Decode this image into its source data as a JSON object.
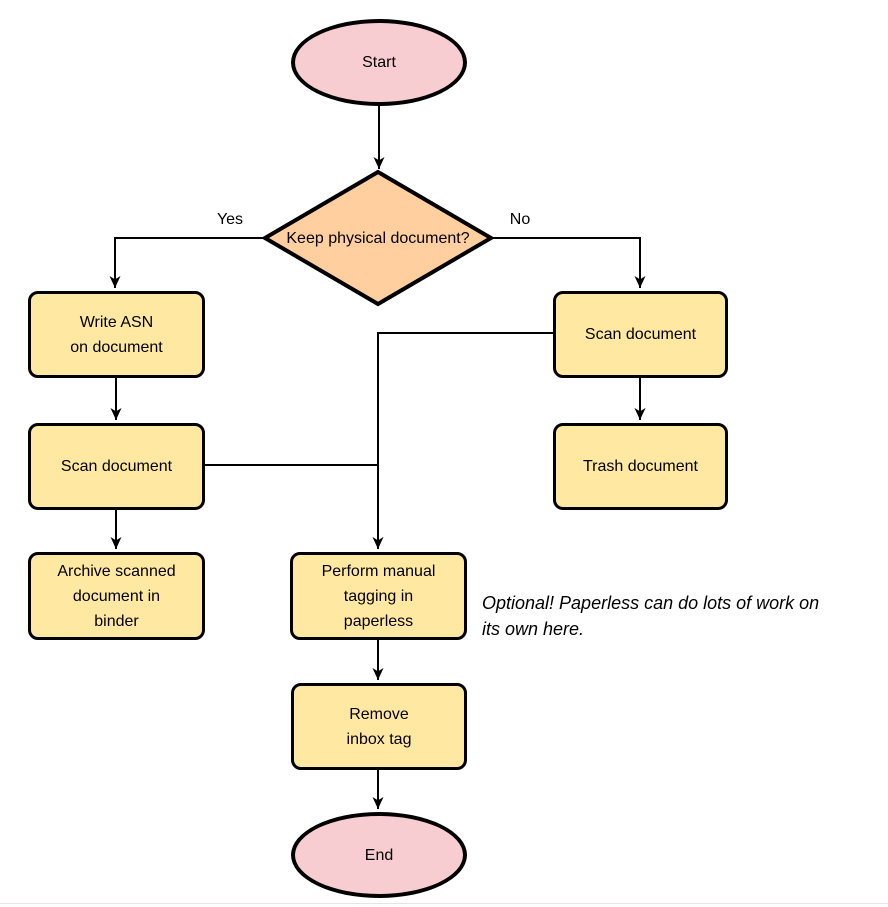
{
  "diagram": {
    "background": "#ffffff",
    "stroke_color": "#000000",
    "colors": {
      "terminator_fill": "#f8cdd1",
      "decision_fill": "#ffcfa0",
      "process_fill": "#ffe9a2"
    },
    "nodes": {
      "start": {
        "shape": "ellipse",
        "label": "Start"
      },
      "decision": {
        "shape": "diamond",
        "label": "Keep physical\ndocument?"
      },
      "write_asn": {
        "shape": "process",
        "label": "Write ASN\non document"
      },
      "scan_left": {
        "shape": "process",
        "label": "Scan document"
      },
      "archive": {
        "shape": "process",
        "label": "Archive scanned\ndocument in\nbinder"
      },
      "scan_right": {
        "shape": "process",
        "label": "Scan document"
      },
      "trash": {
        "shape": "process",
        "label": "Trash document"
      },
      "tagging": {
        "shape": "process",
        "label": "Perform manual\ntagging in\npaperless"
      },
      "remove_inbox": {
        "shape": "process",
        "label": "Remove\ninbox tag"
      },
      "end": {
        "shape": "ellipse",
        "label": "End"
      }
    },
    "edge_labels": {
      "yes": "Yes",
      "no": "No"
    },
    "annotation": "Optional! Paperless can do lots of work on\nits own here."
  }
}
